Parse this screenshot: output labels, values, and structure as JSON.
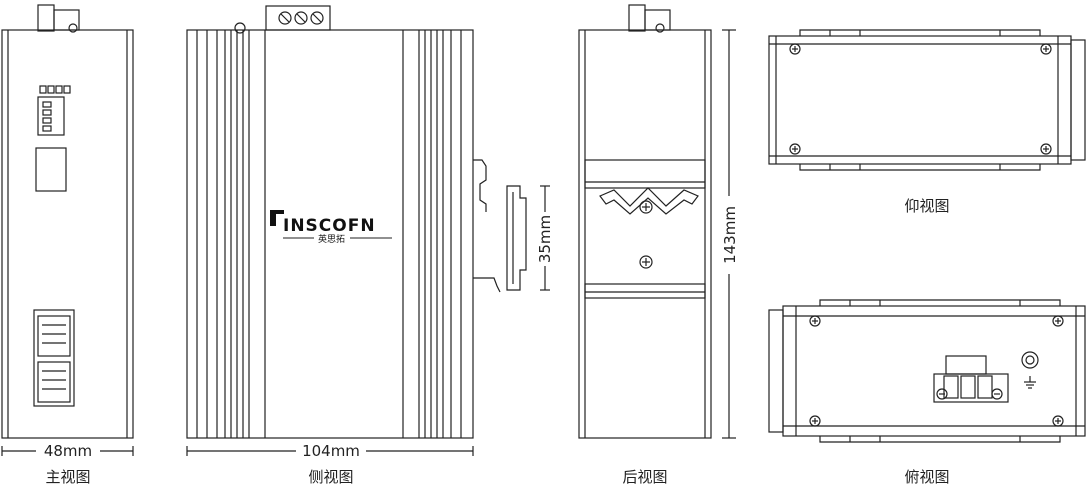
{
  "views": {
    "front": {
      "caption": "主视图",
      "width_label": "48mm"
    },
    "side": {
      "caption": "侧视图",
      "width_label": "104mm",
      "rail_label": "35mm"
    },
    "back": {
      "caption": "后视图",
      "height_label": "143mm"
    },
    "bottom": {
      "caption": "仰视图"
    },
    "top": {
      "caption": "俯视图"
    }
  },
  "brand": {
    "logo_text": "INSCOFN",
    "logo_subtext": "英思拓"
  },
  "colors": {
    "line": "#222222",
    "background": "#ffffff"
  }
}
